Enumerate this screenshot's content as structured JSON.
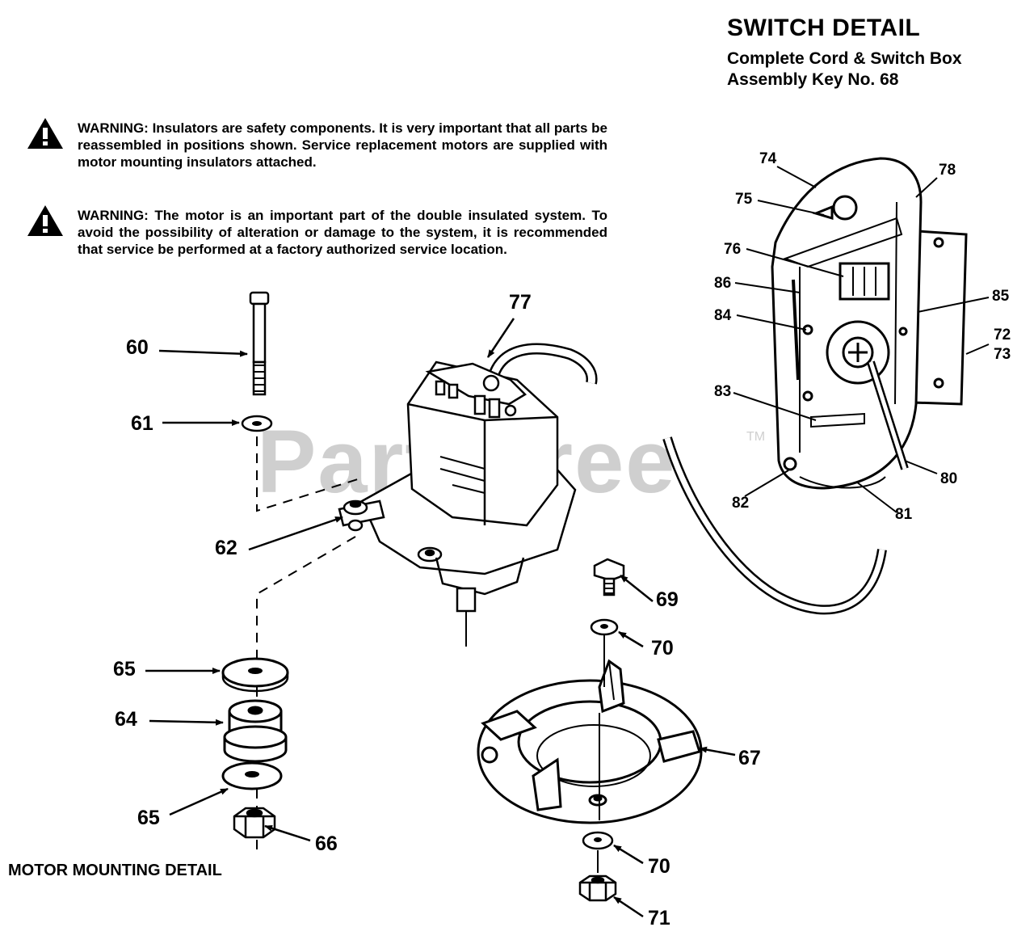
{
  "switch_detail": {
    "title": "SWITCH DETAIL",
    "subtitle_line1": "Complete Cord & Switch Box",
    "subtitle_line2": "Assembly Key No. 68"
  },
  "warnings": [
    {
      "text": "WARNING: Insulators are safety components. It is very important that all parts be reassembled in positions shown. Service replacement motors are supplied with motor mounting insulators attached."
    },
    {
      "text": "WARNING: The motor is an important part of the double insulated system. To avoid the possibility of alteration or damage to the system, it is recommended that service be performed at a factory authorized service location."
    }
  ],
  "footer_label": "MOTOR MOUNTING DETAIL",
  "watermark": {
    "text": "PartsTree",
    "tm": "TM"
  },
  "callouts": {
    "c60": "60",
    "c61": "61",
    "c62": "62",
    "c64": "64",
    "c65a": "65",
    "c65b": "65",
    "c66": "66",
    "c67": "67",
    "c69": "69",
    "c70a": "70",
    "c70b": "70",
    "c71": "71",
    "c77": "77",
    "c72": "72",
    "c73": "73",
    "c74": "74",
    "c75": "75",
    "c76": "76",
    "c78": "78",
    "c80": "80",
    "c81": "81",
    "c82": "82",
    "c83": "83",
    "c84": "84",
    "c85": "85",
    "c86": "86"
  },
  "icons": {
    "warning": "warning-triangle-icon"
  }
}
